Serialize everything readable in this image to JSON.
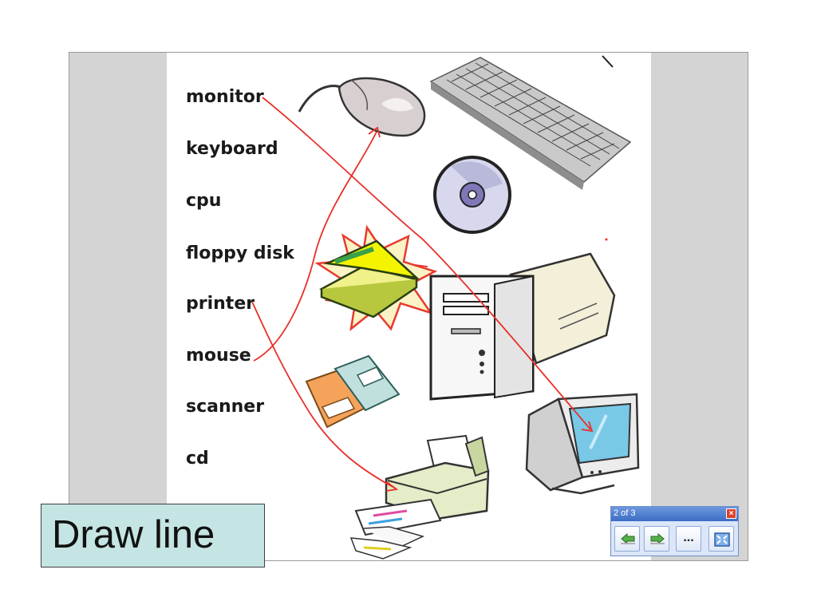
{
  "worksheet": {
    "words": [
      "monitor",
      "keyboard",
      "cpu",
      "floppy disk",
      "printer",
      "mouse",
      "scanner",
      "cd"
    ]
  },
  "pictures": [
    "mouse-icon",
    "keyboard-icon",
    "cd-icon",
    "scanner-icon",
    "cpu-tower-icon",
    "floppy-disk-icon",
    "monitor-icon",
    "printer-icon"
  ],
  "annotation": {
    "color": "#e8302a"
  },
  "caption": {
    "text": "Draw line",
    "background": "#c4e5e3"
  },
  "slideshow_toolbar": {
    "counter": "2 of 3",
    "close_glyph": "×",
    "more_label": "...",
    "buttons": [
      "previous-slide-icon",
      "next-slide-icon",
      "more-options",
      "exit-fullscreen-icon"
    ]
  }
}
